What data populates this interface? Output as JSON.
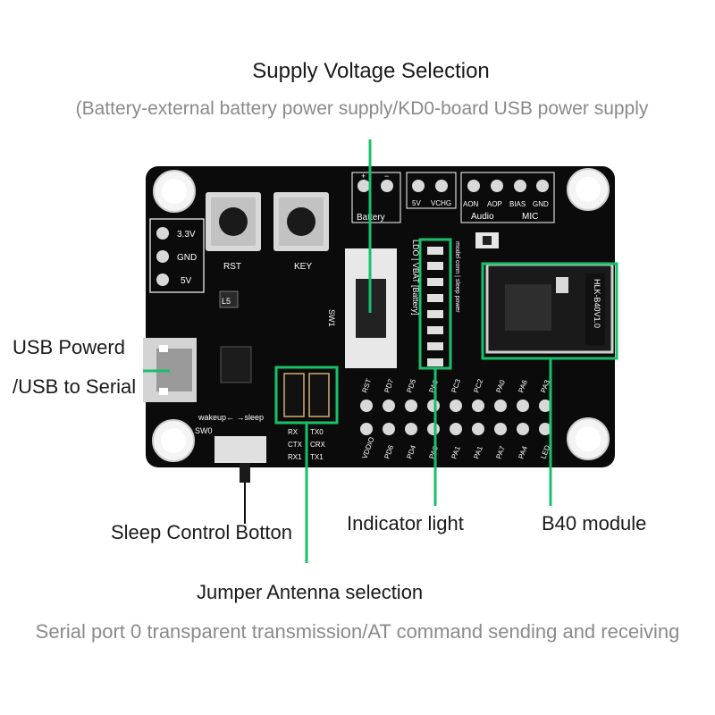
{
  "heading": {
    "title": "Supply Voltage Selection",
    "subtitle": "(Battery-external battery power supply/KD0-board USB power supply"
  },
  "callouts": {
    "usb_line1": "USB Powerd",
    "usb_line2": "/USB to Serial",
    "sleep": "Sleep Control Botton",
    "indicator": "Indicator light",
    "b40": "B40 module",
    "jumper": "Jumper Antenna selection"
  },
  "footer": "Serial port 0 transparent transmission/AT command sending and receiving",
  "silkscreen": {
    "rst": "RST",
    "key": "KEY",
    "v33": "3.3V",
    "gnd": "GND",
    "v5": "5V",
    "battery": "Battery",
    "plus": "+",
    "minus": "−",
    "v5b": "5V",
    "vchg": "VCHG",
    "aon": "AON",
    "aop": "AOP",
    "bias": "BIAS",
    "gnd2": "GND",
    "audio": "Audio",
    "mic": "MIC",
    "sw1": "SW1",
    "led_strip": "LDO | VBAT [Battery]",
    "led_strip2": "model conn | sleep power",
    "module_mark": "HLK-B40V1.0",
    "top_pins": [
      "RST",
      "PD7",
      "PD5",
      "PA8",
      "PC3",
      "PC2",
      "PA0",
      "PA6",
      "PA3"
    ],
    "bottom_pins": [
      "VDDIO",
      "PD6",
      "PD4",
      "PA8",
      "PA1",
      "PA1",
      "PA7",
      "PA4",
      "LED"
    ],
    "wakeup": "wakeup← →sleep",
    "sw0": "SW0",
    "rx": "RX",
    "tx": "TX0",
    "ctx": "CTX",
    "crx": "CRX",
    "rx1": "RX1",
    "tx1": "TX1",
    "l5": "L5"
  },
  "colors": {
    "board": "#0b0b0b",
    "callout_green": "#18c06a",
    "pad": "#d9d9d9",
    "switch_body": "#e8e8e8"
  }
}
